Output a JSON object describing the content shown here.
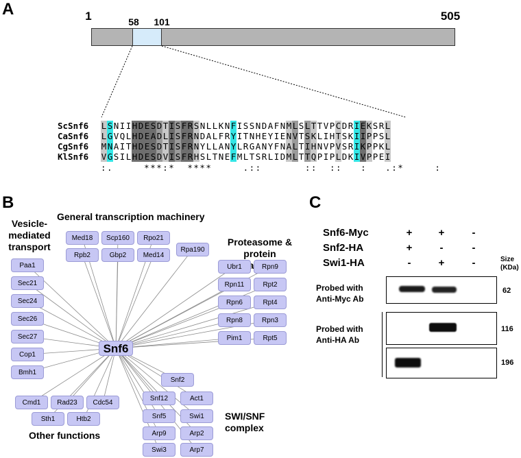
{
  "panelA": {
    "letter": "A",
    "positions": {
      "start": "1",
      "domain_start": "58",
      "domain_end": "101",
      "end": "505"
    },
    "sequences": [
      {
        "name": "ScSnf6",
        "seq": "LSNIIHDESDTISFRSNLLKNFISSNDAFNMLSLTTVPCDRIEKSRL"
      },
      {
        "name": "CaSnf6",
        "seq": "LGVQLHDEADLISFRNDALFRYITNHEYIENVTSKLIHTSKIIPPSL"
      },
      {
        "name": "CgSnf6",
        "seq": "MNAITHDESDTISFRNYLLANYLRGANYFNALTIHNVPVSRIKPPKL"
      },
      {
        "name": "KlSnf6",
        "seq": "VGSILHDESDVISFRHSLTNEFMLTSRLIDMLTTQPIPLDKIVPPEI"
      }
    ],
    "conservation": ":.     ***:*  ****     .::       ::  ::   :   .:*     :",
    "highlight_colors": {
      "cyan": "#34e6e6",
      "dark": "#6e6e6e",
      "medium": "#9a9a9a",
      "light": "#c8c8c8"
    }
  },
  "panelB": {
    "letter": "B",
    "hub": "Snf6",
    "categories": {
      "vesicle": "Vesicle-\nmediated\ntransport",
      "general": "General transcription machinery",
      "proteasome": "Proteasome &\nprotein\ncatabolism",
      "other": "Other functions",
      "swisnf": "SWI/SNF\ncomplex"
    },
    "nodes": {
      "vesicle": [
        "Paa1",
        "Sec21",
        "Sec24",
        "Sec26",
        "Sec27",
        "Cop1",
        "Bmh1"
      ],
      "general": [
        "Med18",
        "Scp160",
        "Rpo21",
        "Rpb2",
        "Gbp2",
        "Med14",
        "Rpa190"
      ],
      "proteasome": [
        "Ubr1",
        "Rpn9",
        "Rpn11",
        "Rpt2",
        "Rpn6",
        "Rpt4",
        "Rpn8",
        "Rpn3",
        "Pim1",
        "Rpt5"
      ],
      "other": [
        "Cmd1",
        "Rad23",
        "Cdc54",
        "Sth1",
        "Htb2"
      ],
      "swisnf": [
        "Snf2",
        "Snf12",
        "Act1",
        "Snf5",
        "Swi1",
        "Arp9",
        "Arp2",
        "Swi3",
        "Arp7"
      ]
    },
    "node_color": "#c7c7f4"
  },
  "panelC": {
    "letter": "C",
    "rows": [
      {
        "label": "Snf6-Myc",
        "symbols": [
          "+",
          "+",
          "-"
        ]
      },
      {
        "label": "Snf2-HA",
        "symbols": [
          "+",
          "-",
          "-"
        ]
      },
      {
        "label": "Swi1-HA",
        "symbols": [
          "-",
          "+",
          "-"
        ]
      }
    ],
    "size_header": "Size\n(KDa)",
    "blots": [
      {
        "label": "Probed with\nAnti-Myc Ab",
        "size": "62"
      },
      {
        "label": "Probed with\nAnti-HA Ab",
        "size": "116"
      },
      {
        "label": "",
        "size": "196"
      }
    ]
  }
}
